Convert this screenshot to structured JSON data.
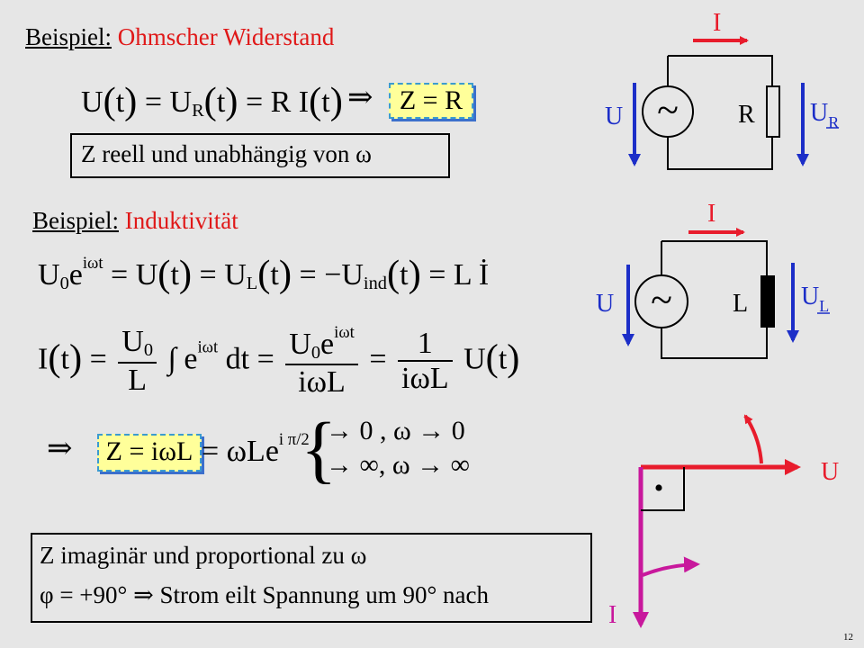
{
  "section1": {
    "heading_prefix": "Beispiel:",
    "heading_topic": "Ohmscher Widerstand",
    "eq_result": "Z = R",
    "note": "Z reell und unabhängig von ω"
  },
  "section2": {
    "heading_prefix": "Beispiel:",
    "heading_topic": "Induktivität",
    "eq_result": "Z = iωL",
    "case1": "→ 0 ,  ω → 0",
    "case2": "→ ∞,  ω → ∞",
    "note_line1": "Z imaginär und proportional zu ω",
    "note_line2": "φ = +90°  ⇒  Strom eilt Spannung um 90° nach"
  },
  "circuit1": {
    "current_label": "I",
    "voltage_label": "U",
    "source_symbol": "~",
    "component_label": "R",
    "drop_label_main": "U",
    "drop_label_sub": "R"
  },
  "circuit2": {
    "current_label": "I",
    "voltage_label": "U",
    "source_symbol": "~",
    "component_label": "L",
    "drop_label_main": "U",
    "drop_label_sub": "L"
  },
  "phasor": {
    "voltage_label": "U",
    "current_label": "I",
    "right_angle_mark": "•"
  },
  "page_number": "12",
  "colors": {
    "background": "#e6e6e6",
    "heading_topic": "#e01818",
    "arrow_red": "#e81c2c",
    "arrow_blue": "#1c2ec8",
    "phasor_magenta": "#c8189c",
    "highlight": "#ffff9a"
  }
}
